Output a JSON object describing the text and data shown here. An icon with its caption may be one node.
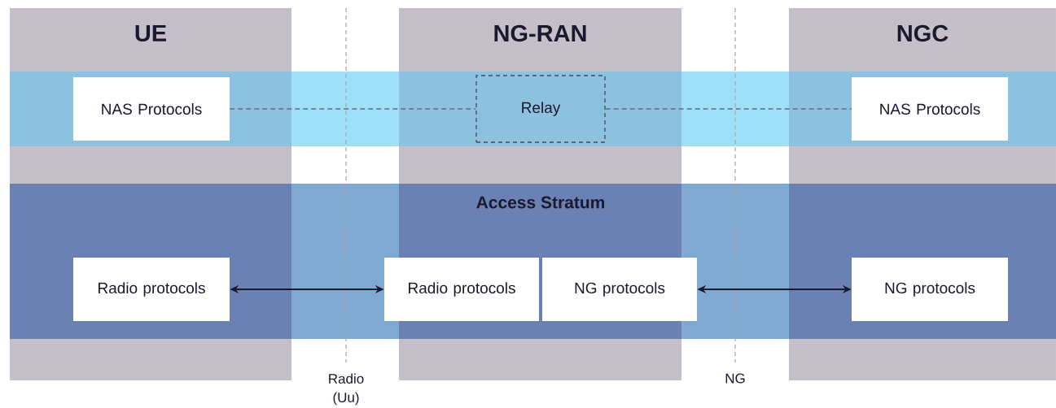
{
  "diagram": {
    "nodes": [
      {
        "text": [
          "UE"
        ]
      },
      {
        "text": [
          "NG-RAN"
        ]
      },
      {
        "text": [
          "NGC"
        ]
      },
      {
        "text": [
          "Access Stratum"
        ]
      },
      {
        "text": [
          "NAS Protocols"
        ],
        "in": 0
      },
      {
        "text": [
          "Relay"
        ],
        "in": 1
      },
      {
        "text": [
          "NAS Protocols"
        ],
        "in": 2
      },
      {
        "text": [
          "Radio protocols"
        ],
        "in": 3
      },
      {
        "text": [
          "Radio protocols"
        ],
        "in": 3
      },
      {
        "text": [
          "NG protocols"
        ],
        "in": 3
      },
      {
        "text": [
          "NG protocols"
        ],
        "in": 3
      },
      {
        "text": [],
        "shape": "bar"
      },
      {
        "text": [],
        "shape": "bar"
      },
      {
        "text": [],
        "shape": "bar"
      }
    ],
    "edges": [
      {
        "from": 4,
        "to": 5,
        "arrow": "none",
        "style": "dashed"
      },
      {
        "from": 5,
        "to": 6,
        "arrow": "none",
        "style": "dashed"
      },
      {
        "from": 7,
        "to": 8,
        "arrow": "both"
      },
      {
        "from": 9,
        "to": 10,
        "arrow": "both"
      }
    ],
    "labels": [
      "Radio (Uu)",
      "NG"
    ]
  }
}
